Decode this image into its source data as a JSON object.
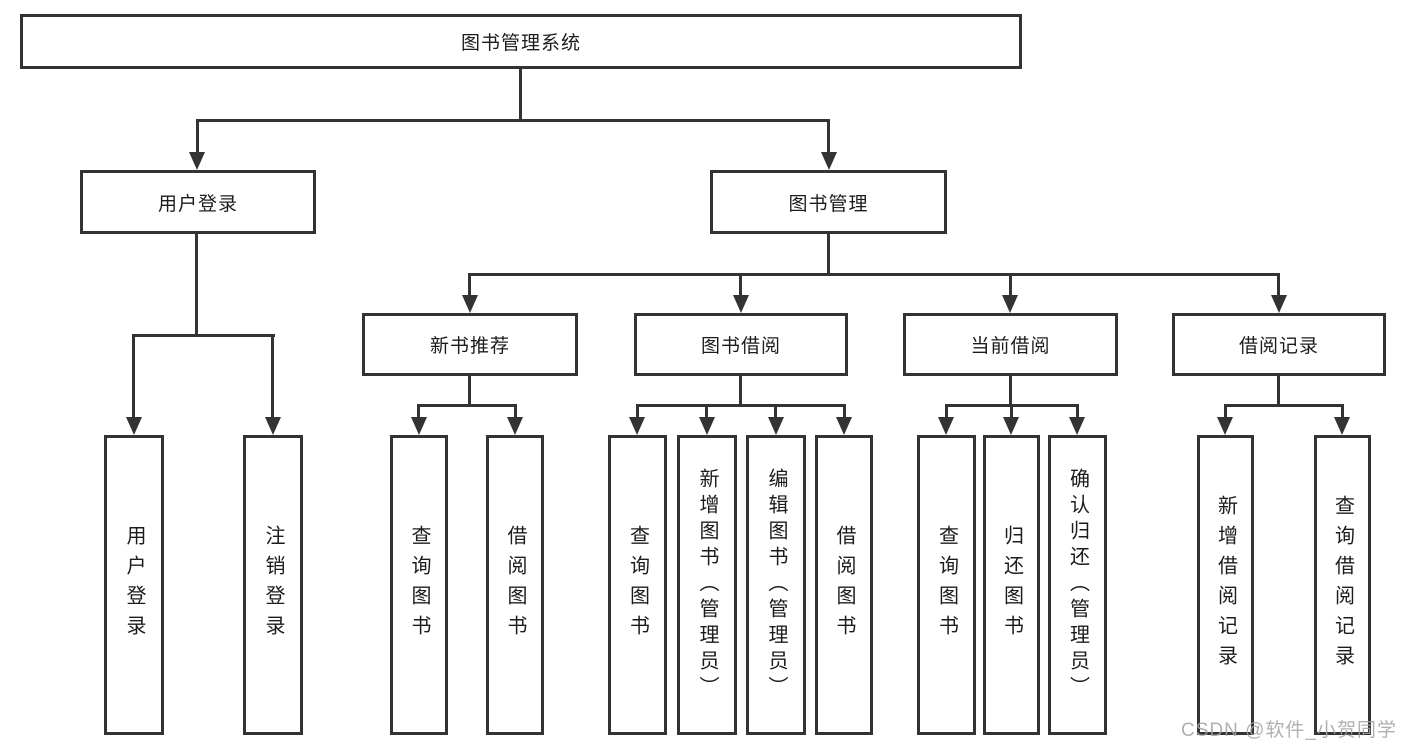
{
  "diagram": {
    "title_node": "root",
    "root": {
      "label": "图书管理系统"
    },
    "level1": [
      {
        "label": "用户登录"
      },
      {
        "label": "图书管理"
      }
    ],
    "level2": [
      {
        "label": "新书推荐"
      },
      {
        "label": "图书借阅"
      },
      {
        "label": "当前借阅"
      },
      {
        "label": "借阅记录"
      }
    ],
    "leaves": {
      "login": [
        {
          "label": "用户登录"
        },
        {
          "label": "注销登录"
        }
      ],
      "newbook": [
        {
          "label": "查询图书"
        },
        {
          "label": "借阅图书"
        }
      ],
      "borrow": [
        {
          "label": "查询图书"
        },
        {
          "label": "新增图书（管理员）"
        },
        {
          "label": "编辑图书（管理员）"
        },
        {
          "label": "借阅图书"
        }
      ],
      "current": [
        {
          "label": "查询图书"
        },
        {
          "label": "归还图书"
        },
        {
          "label": "确认归还（管理员）"
        }
      ],
      "records": [
        {
          "label": "新增借阅记录"
        },
        {
          "label": "查询借阅记录"
        }
      ]
    }
  },
  "watermark": {
    "text": "CSDN @软件_小贺同学"
  },
  "colors": {
    "line": "#333333",
    "text": "#1c1c1c",
    "watermark": "#a3a3a3",
    "background": "#ffffff"
  }
}
